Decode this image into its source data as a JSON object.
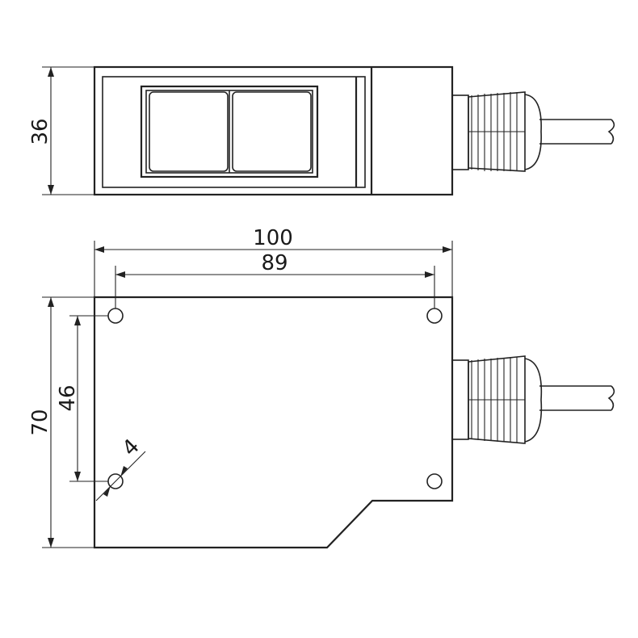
{
  "dimensions": {
    "side_height": "36",
    "overall_length": "100",
    "hole_spacing_horizontal": "89",
    "overall_width": "70",
    "hole_spacing_vertical": "46",
    "hole_diameter": "4"
  },
  "colors": {
    "line": "#222222",
    "background": "#ffffff"
  }
}
